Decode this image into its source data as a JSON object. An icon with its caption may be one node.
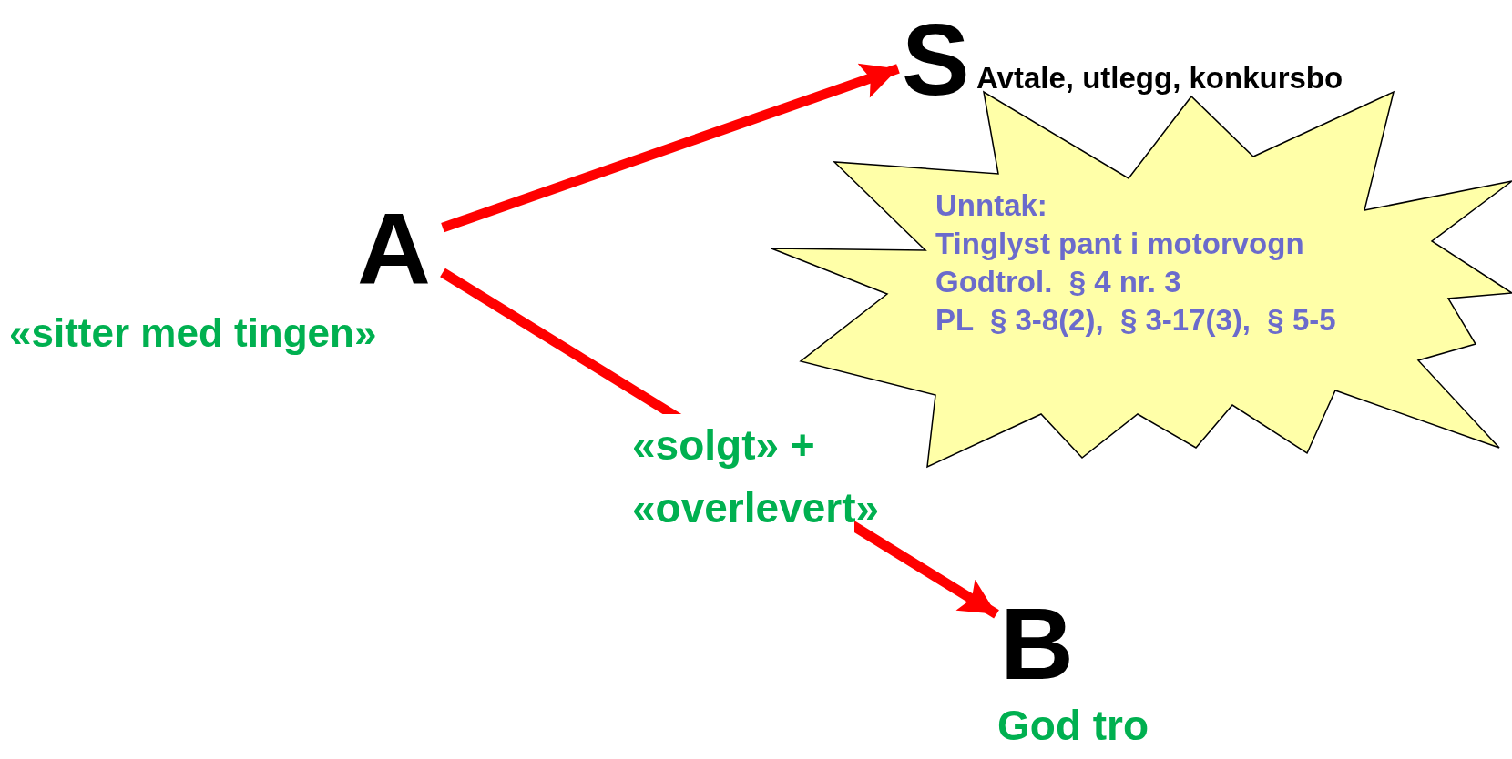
{
  "diagram": {
    "nodes": [
      {
        "text": [
          "A"
        ],
        "beside": [
          "«sitter med tingen»"
        ]
      },
      {
        "text": [
          "S"
        ],
        "beside": [
          "Avtale, utlegg, konkursbo"
        ]
      },
      {
        "text": [
          "B"
        ],
        "beside": [
          "God tro"
        ]
      },
      {
        "text": [
          "Unntak:",
          "Tinglyst pant i motorvogn",
          "Godtrol.  § 4 nr. 3",
          "PL  § 3-8(2),  § 3-17(3),  § 5-5"
        ]
      }
    ],
    "edges": [
      {
        "from": 0,
        "to": 1,
        "arrow": "to"
      },
      {
        "from": 0,
        "to": 2,
        "arrow": "to",
        "label": "«solgt» + «overlevert»"
      }
    ]
  }
}
